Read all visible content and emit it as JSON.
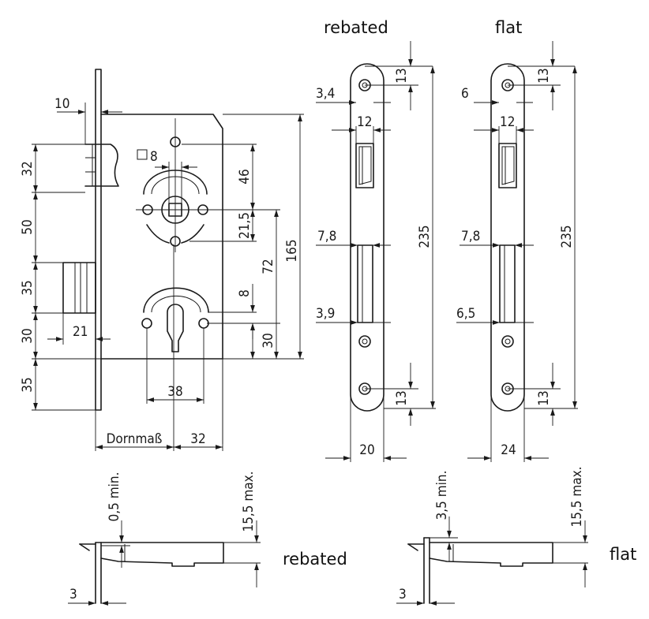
{
  "labels": {
    "rebated_top": "rebated",
    "flat_top": "flat",
    "rebated_bottom": "rebated",
    "flat_bottom": "flat"
  },
  "lock_body": {
    "d10": "10",
    "d32": "32",
    "d50": "50",
    "d35a": "35",
    "d30a": "30",
    "d35b": "35",
    "d21": "21",
    "d8sq": "8",
    "d46": "46",
    "d21_5": "21,5",
    "d8": "8",
    "d30b": "30",
    "d72": "72",
    "d165": "165",
    "d38": "38",
    "backset": "Dornmaß",
    "d32b": "32"
  },
  "rebated_plate": {
    "d13a": "13",
    "d3_4": "3,4",
    "d12": "12",
    "d235": "235",
    "d7_8": "7,8",
    "d3_9": "3,9",
    "d13b": "13",
    "d20": "20"
  },
  "flat_plate": {
    "d13a": "13",
    "d6": "6",
    "d12": "12",
    "d235": "235",
    "d7_8": "7,8",
    "d6_5": "6,5",
    "d13b": "13",
    "d24": "24"
  },
  "rebated_side": {
    "d0_5": "0,5 min.",
    "d15_5": "15,5 max.",
    "d3": "3"
  },
  "flat_side": {
    "d3_5": "3,5 min.",
    "d15_5": "15,5 max.",
    "d3": "3"
  }
}
